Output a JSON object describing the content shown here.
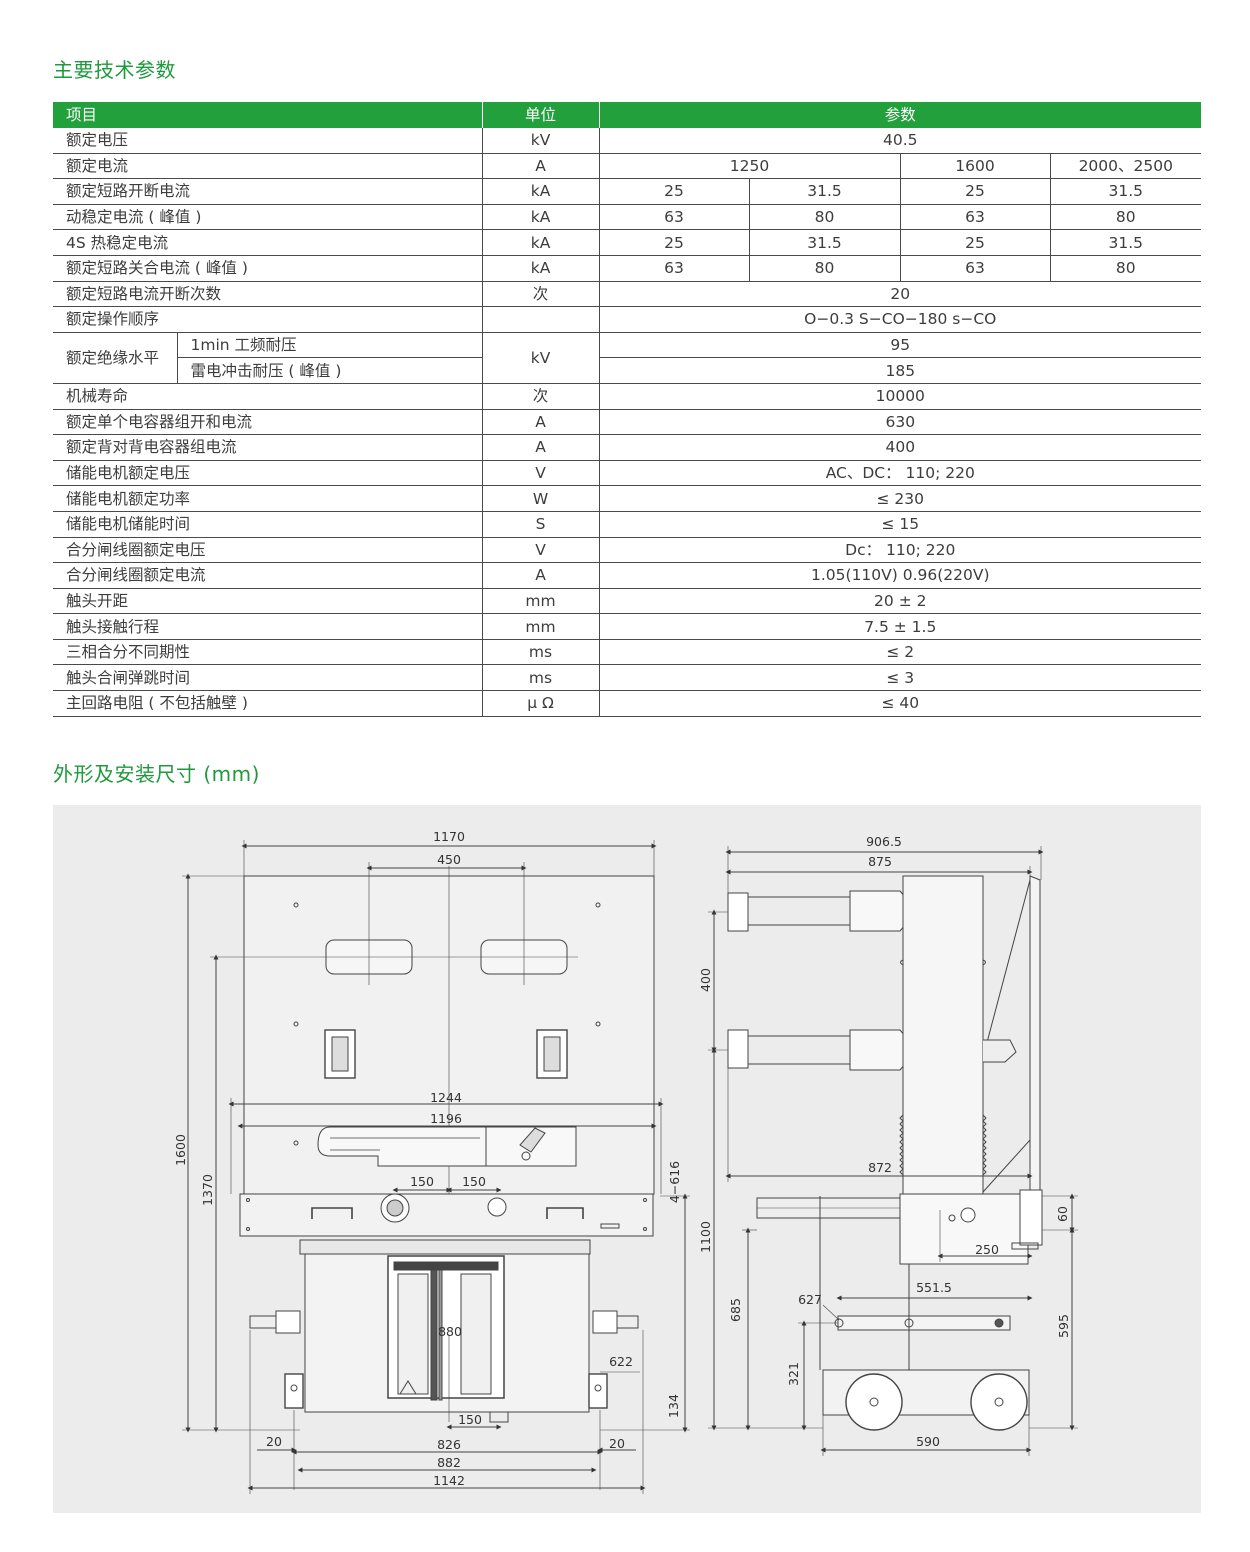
{
  "section1_title": "主要技术参数",
  "section2_title": "外形及安装尺寸 (mm)",
  "table": {
    "headers": {
      "item": "项目",
      "unit": "单位",
      "param": "参数"
    },
    "rows": [
      {
        "name": "额定电压",
        "unit": "kV",
        "value": "40.5"
      },
      {
        "name": "额定电流",
        "unit": "A",
        "v1": "1250",
        "v2": "1600",
        "v3": "2000、2500"
      },
      {
        "name": "额定短路开断电流",
        "unit": "kA",
        "v": [
          "25",
          "31.5",
          "25",
          "31.5"
        ]
      },
      {
        "name": "动稳定电流 ( 峰值 )",
        "unit": "kA",
        "v": [
          "63",
          "80",
          "63",
          "80"
        ]
      },
      {
        "name": "4S 热稳定电流",
        "unit": "kA",
        "v": [
          "25",
          "31.5",
          "25",
          "31.5"
        ]
      },
      {
        "name": "额定短路关合电流 ( 峰值 )",
        "unit": "kA",
        "v": [
          "63",
          "80",
          "63",
          "80"
        ]
      },
      {
        "name": "额定短路电流开断次数",
        "unit": "次",
        "value": "20"
      },
      {
        "name": "额定操作顺序",
        "unit": "",
        "value": "O−0.3 S−CO−180 s−CO"
      },
      {
        "name": "额定绝缘水平",
        "sub1": "1min 工频耐压",
        "sub2": "雷电冲击耐压 ( 峰值 )",
        "unit": "kV",
        "value1": "95",
        "value2": "185"
      },
      {
        "name": "机械寿命",
        "unit": "次",
        "value": "10000"
      },
      {
        "name": "额定单个电容器组开和电流",
        "unit": "A",
        "value": "630"
      },
      {
        "name": "额定背对背电容器组电流",
        "unit": "A",
        "value": "400"
      },
      {
        "name": "储能电机额定电压",
        "unit": "V",
        "value": "AC、DC：  110; 220"
      },
      {
        "name": "储能电机额定功率",
        "unit": "W",
        "value": "≤ 230"
      },
      {
        "name": "储能电机储能时间",
        "unit": "S",
        "value": "≤ 15"
      },
      {
        "name": "合分闸线圈额定电压",
        "unit": "V",
        "value": "Dc：  110; 220"
      },
      {
        "name": "合分闸线圈额定电流",
        "unit": "A",
        "value": "1.05(110V) 0.96(220V)"
      },
      {
        "name": "触头开距",
        "unit": "mm",
        "value": "20 ± 2"
      },
      {
        "name": "触头接触行程",
        "unit": "mm",
        "value": "7.5  ± 1.5"
      },
      {
        "name": "三相合分不同期性",
        "unit": "ms",
        "value": "≤ 2"
      },
      {
        "name": "触头合闸弹跳时间",
        "unit": "ms",
        "value": "≤ 3"
      },
      {
        "name": "主回路电阻 ( 不包括触壁 )",
        "unit": "μ Ω",
        "value": "≤ 40"
      }
    ]
  },
  "drawing": {
    "front_dims": {
      "d1170": "1170",
      "d450": "450",
      "d1244": "1244",
      "d1196": "1196",
      "d150a": "150",
      "d150b": "150",
      "d4_616": "4−616",
      "d1600": "1600",
      "d1370": "1370",
      "d880": "880",
      "d622": "622",
      "d150c": "150",
      "d20a": "20",
      "d20b": "20",
      "d826": "826",
      "d882": "882",
      "d1142": "1142"
    },
    "side_dims": {
      "d906_5": "906.5",
      "d875": "875",
      "d400": "400",
      "d872": "872",
      "d1100": "1100",
      "d60": "60",
      "d250": "250",
      "d551_5": "551.5",
      "d627": "627",
      "d685": "685",
      "d595": "595",
      "d321": "321",
      "d134": "134",
      "d590": "590"
    }
  }
}
